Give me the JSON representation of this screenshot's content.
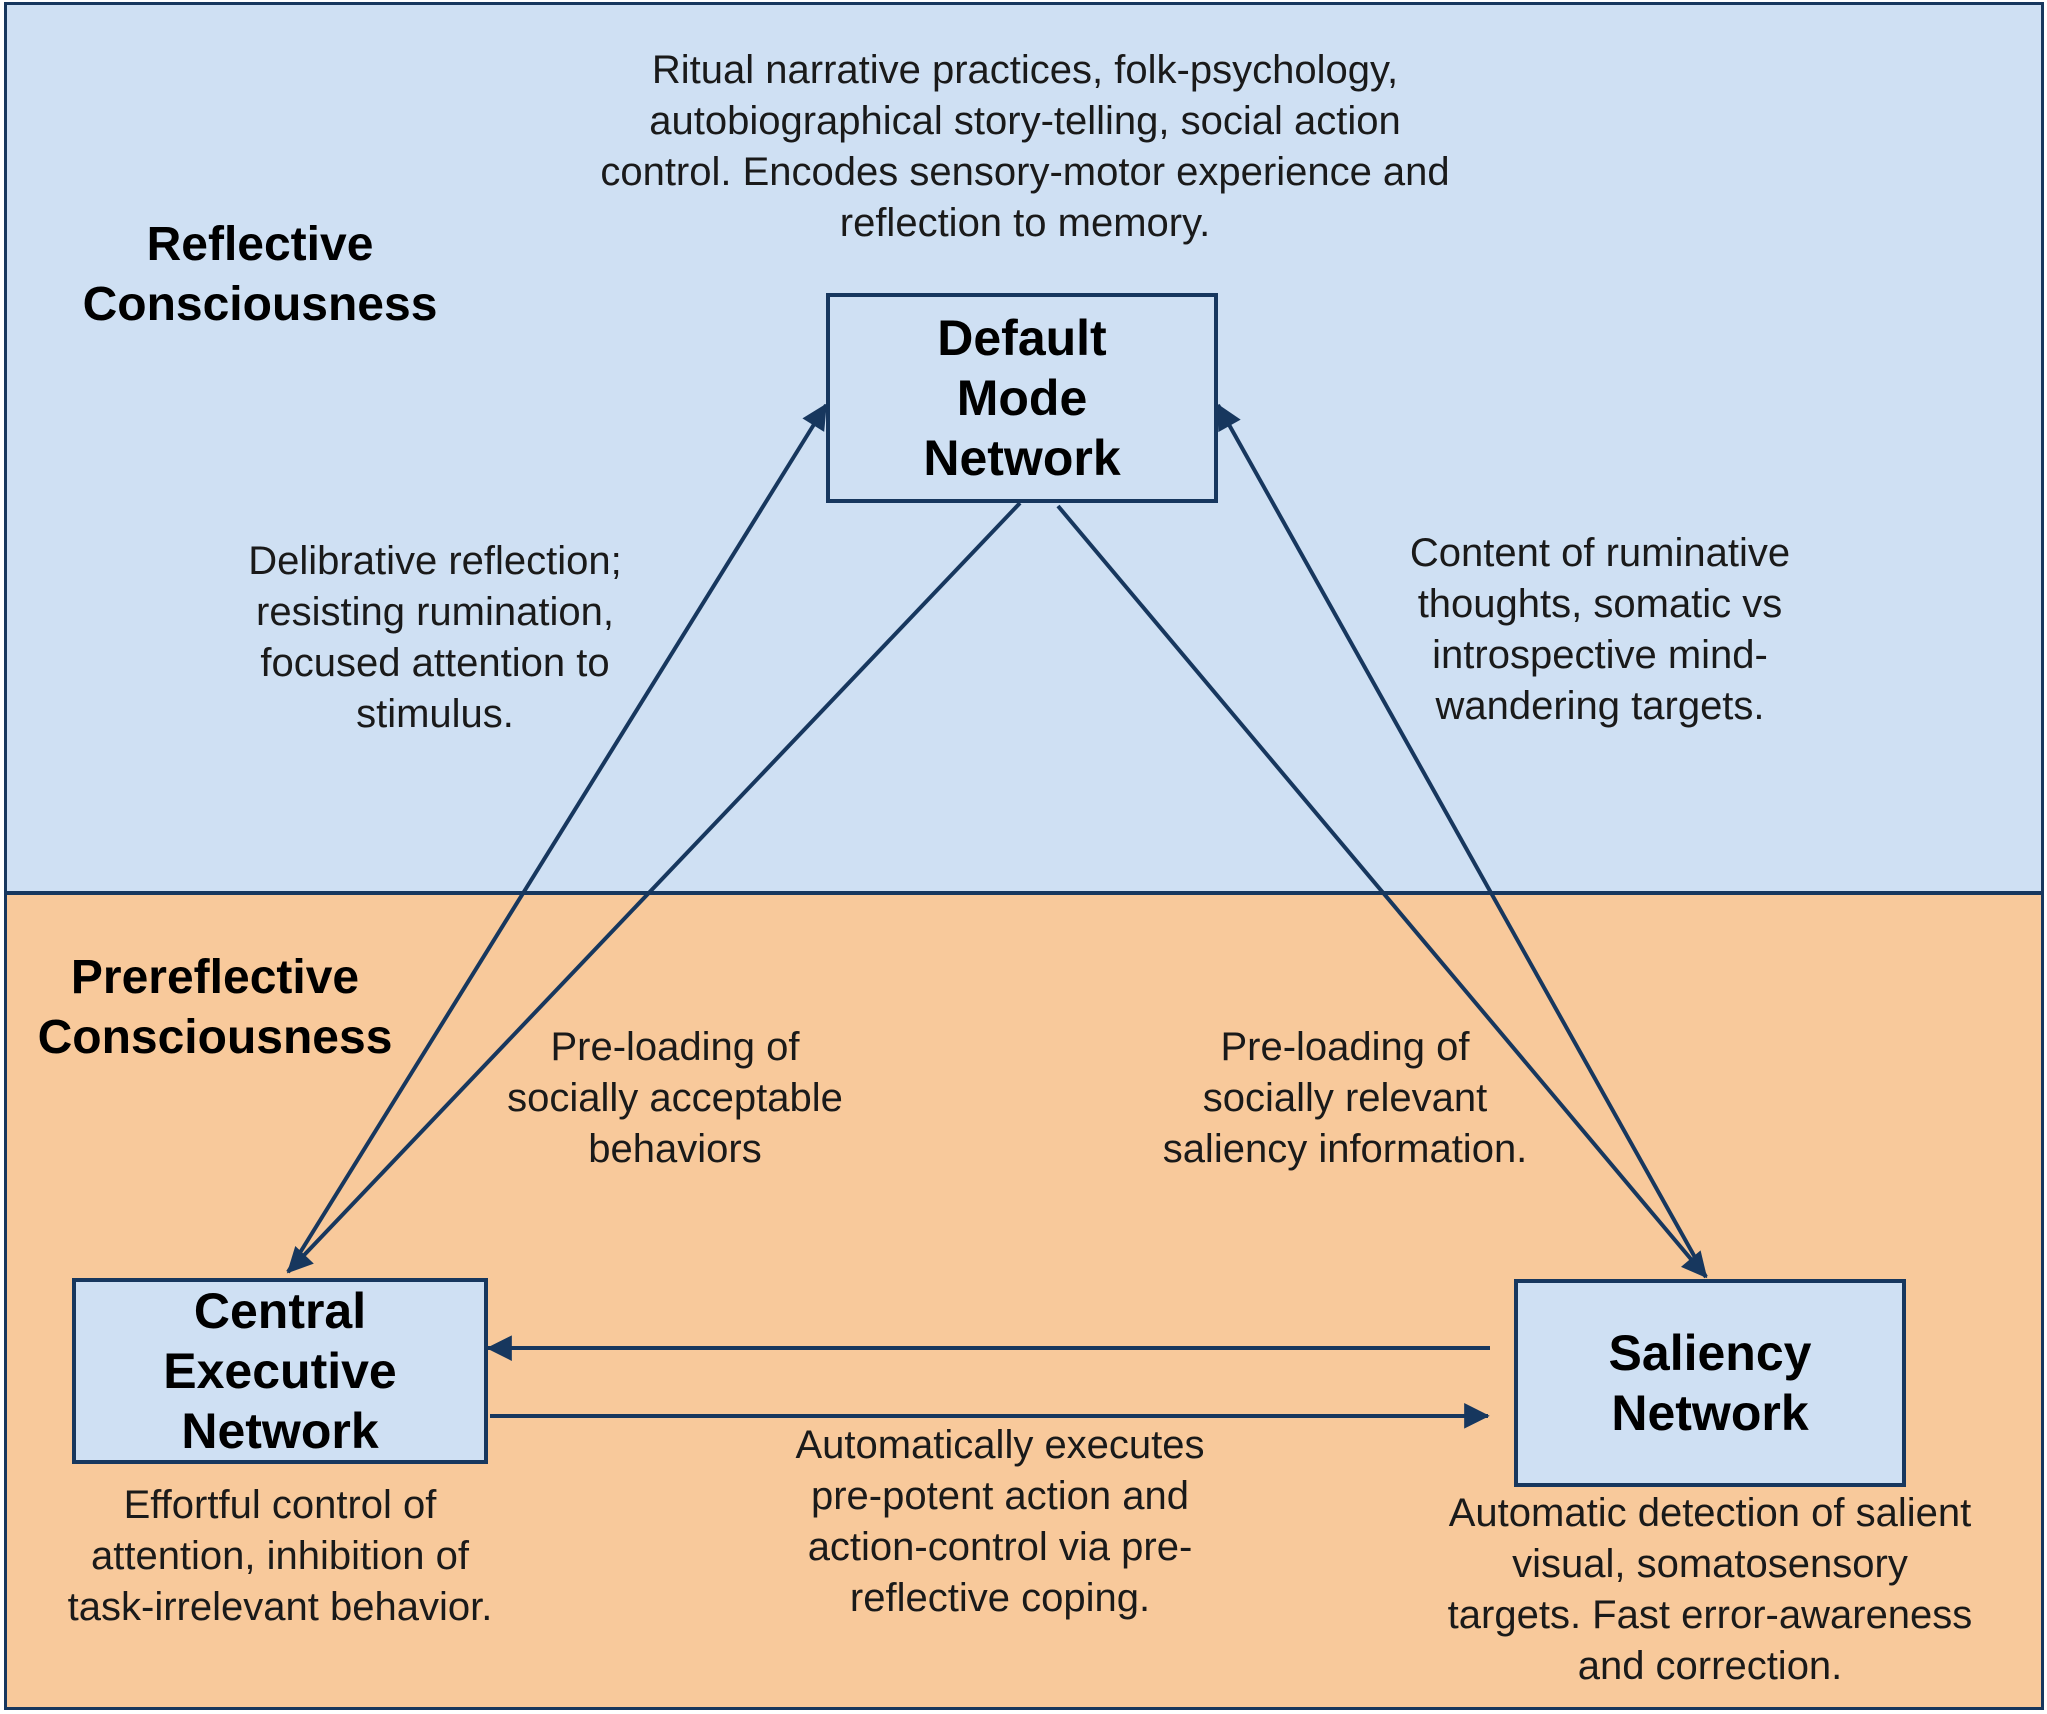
{
  "zones": {
    "reflective": {
      "title": "Reflective\nConsciousness",
      "color": "#cfe0f3"
    },
    "prereflective": {
      "title": "Prereflective\nConsciousness",
      "color": "#f8c99b"
    }
  },
  "nodes": {
    "dmn": "Default\nMode\nNetwork",
    "cen": "Central\nExecutive\nNetwork",
    "sn": "Saliency\nNetwork"
  },
  "notes": {
    "dmn_description": "Ritual narrative practices, folk-psychology,\nautobiographical story-telling, social action\ncontrol. Encodes sensory-motor experience and\nreflection to memory.",
    "cen_to_dmn": "Delibrative reflection;\nresisting rumination,\nfocused attention to\nstimulus.",
    "sn_to_dmn": "Content of ruminative\nthoughts, somatic vs\nintrospective mind-\nwandering targets.",
    "dmn_to_cen": "Pre-loading of\nsocially acceptable\nbehaviors",
    "dmn_to_sn": "Pre-loading of\nsocially relevant\nsaliency information.",
    "cen_description": "Effortful control of\nattention, inhibition of\ntask-irrelevant behavior.",
    "cen_to_sn": "Automatically executes\npre-potent action and\naction-control via pre-\nreflective coping.",
    "sn_description": "Automatic detection of salient\nvisual, somatosensory\ntargets. Fast error-awareness\nand correction."
  },
  "colors": {
    "arrow": "#17375e",
    "node_border": "#17375e",
    "node_fill": "#cfe0f3"
  }
}
